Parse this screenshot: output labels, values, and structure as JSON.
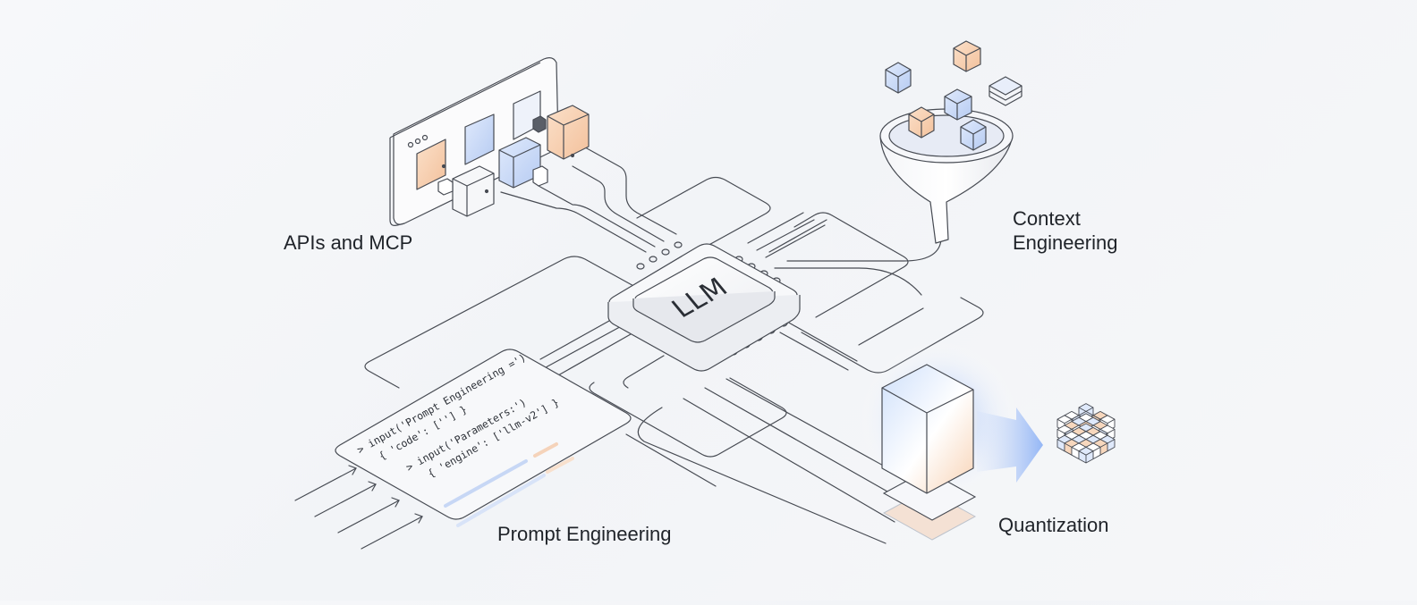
{
  "labels": {
    "apis": "APIs and MCP",
    "context": [
      "Context",
      "Engineering"
    ],
    "prompt": "Prompt Engineering",
    "quantization": "Quantization"
  },
  "chip": {
    "text": "LLM"
  },
  "code_panel": {
    "lines": [
      "> input('Prompt Engineering =')",
      "  { 'code': [''] }",
      "> input('Parameters:')",
      "  { 'engine': ['llm-v2'] }"
    ]
  },
  "icons": {
    "api": "api-module-panel-icon",
    "context": "funnel-with-cubes-icon",
    "quantization": "cube-to-cluster-icon",
    "chip": "llm-chip-icon"
  },
  "colors": {
    "line": "#3c4048",
    "blue": "#c9d8f5",
    "peach": "#f7d2b4",
    "text": "#1f2329"
  }
}
